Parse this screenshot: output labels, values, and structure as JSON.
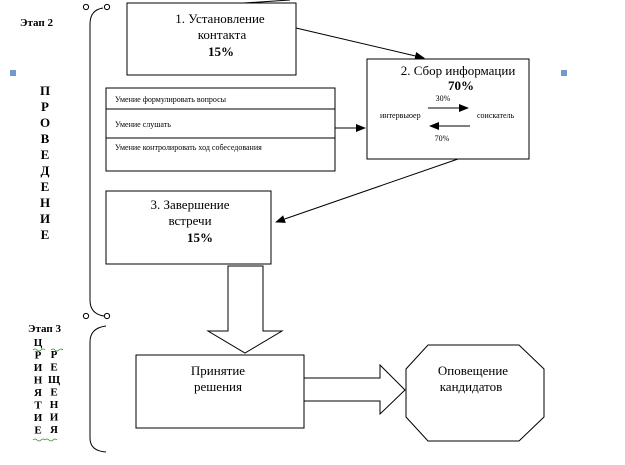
{
  "stage2": {
    "label": "Этап 2",
    "vertical": [
      "П",
      "Р",
      "О",
      "В",
      "Е",
      "Д",
      "Е",
      "Н",
      "И",
      "Е"
    ]
  },
  "stage3": {
    "label": "Этап 3",
    "vertical_left": [
      "Ц",
      "Р",
      "И",
      "Н",
      "Я",
      "Т",
      "И",
      "Е"
    ],
    "vertical_right": [
      "Р",
      "Е",
      "Щ",
      "Е",
      "Н",
      "И",
      "Я"
    ]
  },
  "box1": {
    "line1": "1.  Установление",
    "line2": "контакта",
    "pct": "15%"
  },
  "box2": {
    "line1": "2. Сбор информации",
    "pct": "70%",
    "left": "интервьюер",
    "right": "соискатель",
    "top_pct": "30%",
    "bottom_pct": "70%"
  },
  "skills": [
    "Умение  формулировать  вопросы",
    "Умение  слушать",
    "Умение  контролировать  ход собеседования"
  ],
  "box3": {
    "line1": "3.   Завершение",
    "line2": "встречи",
    "pct": "15%"
  },
  "decision": {
    "line1": "Принятие",
    "line2": "решения"
  },
  "notify": {
    "line1": "Оповещение",
    "line2": "кандидатов"
  }
}
